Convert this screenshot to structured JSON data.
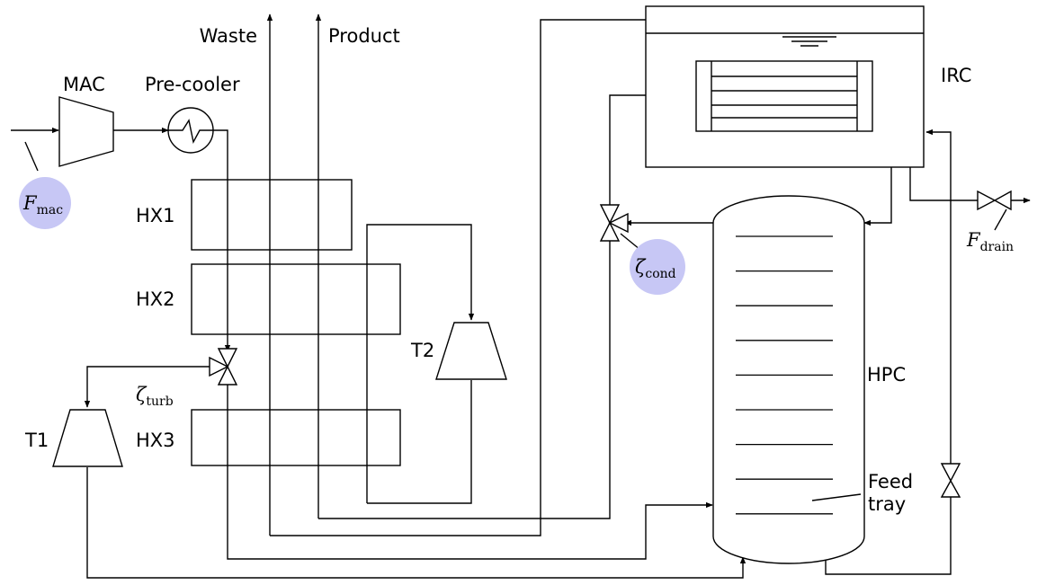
{
  "labels": {
    "waste": "Waste",
    "product": "Product",
    "mac": "MAC",
    "precooler": "Pre-cooler",
    "irc": "IRC",
    "hx1": "HX1",
    "hx2": "HX2",
    "hx3": "HX3",
    "t1": "T1",
    "t2": "T2",
    "hpc": "HPC",
    "feed_tray_line1": "Feed",
    "feed_tray_line2": "tray"
  },
  "variables": {
    "f_mac": {
      "symbol": "F",
      "subscript": "mac"
    },
    "f_drain": {
      "symbol": "F",
      "subscript": "drain"
    },
    "zeta_cond": {
      "symbol": "ζ",
      "subscript": "cond"
    },
    "zeta_turb": {
      "symbol": "ζ",
      "subscript": "turb"
    }
  },
  "colors": {
    "line": "#000000",
    "highlight": "#c7c7f5",
    "background": "#ffffff"
  },
  "hpc_tray_count": 9
}
